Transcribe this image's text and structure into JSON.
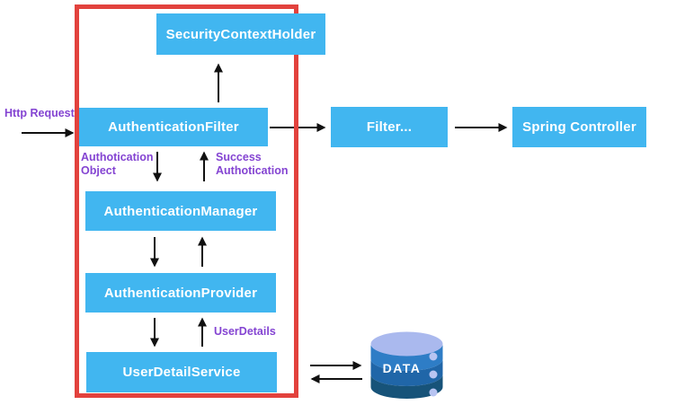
{
  "diagram": {
    "title_implicit": "Spring Security authentication flow",
    "boxes": {
      "security_context_holder": "SecurityContextHolder",
      "authentication_filter": "AuthenticationFilter",
      "authentication_manager": "AuthenticationManager",
      "authentication_provider": "AuthenticationProvider",
      "user_detail_service": "UserDetailService",
      "filter_chain": "Filter...",
      "spring_controller": "Spring Controller"
    },
    "labels": {
      "http_request": "Http Request",
      "authotication_object": "Authotication\nObject",
      "success_authotication": "Success\nAuthotication",
      "user_details": "UserDetails"
    },
    "database": {
      "label": "DATA"
    },
    "connections": [
      {
        "from": "http_request",
        "to": "authentication_filter",
        "direction": "right"
      },
      {
        "from": "authentication_filter",
        "to": "security_context_holder",
        "direction": "up"
      },
      {
        "from": "authentication_filter",
        "to": "authentication_manager",
        "direction": "down",
        "label": "Authotication Object"
      },
      {
        "from": "authentication_manager",
        "to": "authentication_filter",
        "direction": "up",
        "label": "Success Authotication"
      },
      {
        "from": "authentication_filter",
        "to": "filter_chain",
        "direction": "right"
      },
      {
        "from": "filter_chain",
        "to": "spring_controller",
        "direction": "right"
      },
      {
        "from": "authentication_manager",
        "to": "authentication_provider",
        "direction": "down"
      },
      {
        "from": "authentication_provider",
        "to": "authentication_manager",
        "direction": "up"
      },
      {
        "from": "authentication_provider",
        "to": "user_detail_service",
        "direction": "down"
      },
      {
        "from": "user_detail_service",
        "to": "authentication_provider",
        "direction": "up",
        "label": "UserDetails"
      },
      {
        "from": "user_detail_service",
        "to": "database",
        "direction": "right"
      },
      {
        "from": "database",
        "to": "user_detail_service",
        "direction": "left"
      }
    ],
    "colors": {
      "box_blue": "#41b6f0",
      "frame_red": "#e2423d",
      "label_purple": "#8444d2",
      "arrow_black": "#111111",
      "db_top_ellipse": "#aab9ee",
      "db_band_upper": "#2e7dc6",
      "db_band_middle": "#2066a8",
      "db_band_lower": "#175379",
      "db_dots": "#b8c4f2",
      "box_text": "#ffffff"
    }
  }
}
